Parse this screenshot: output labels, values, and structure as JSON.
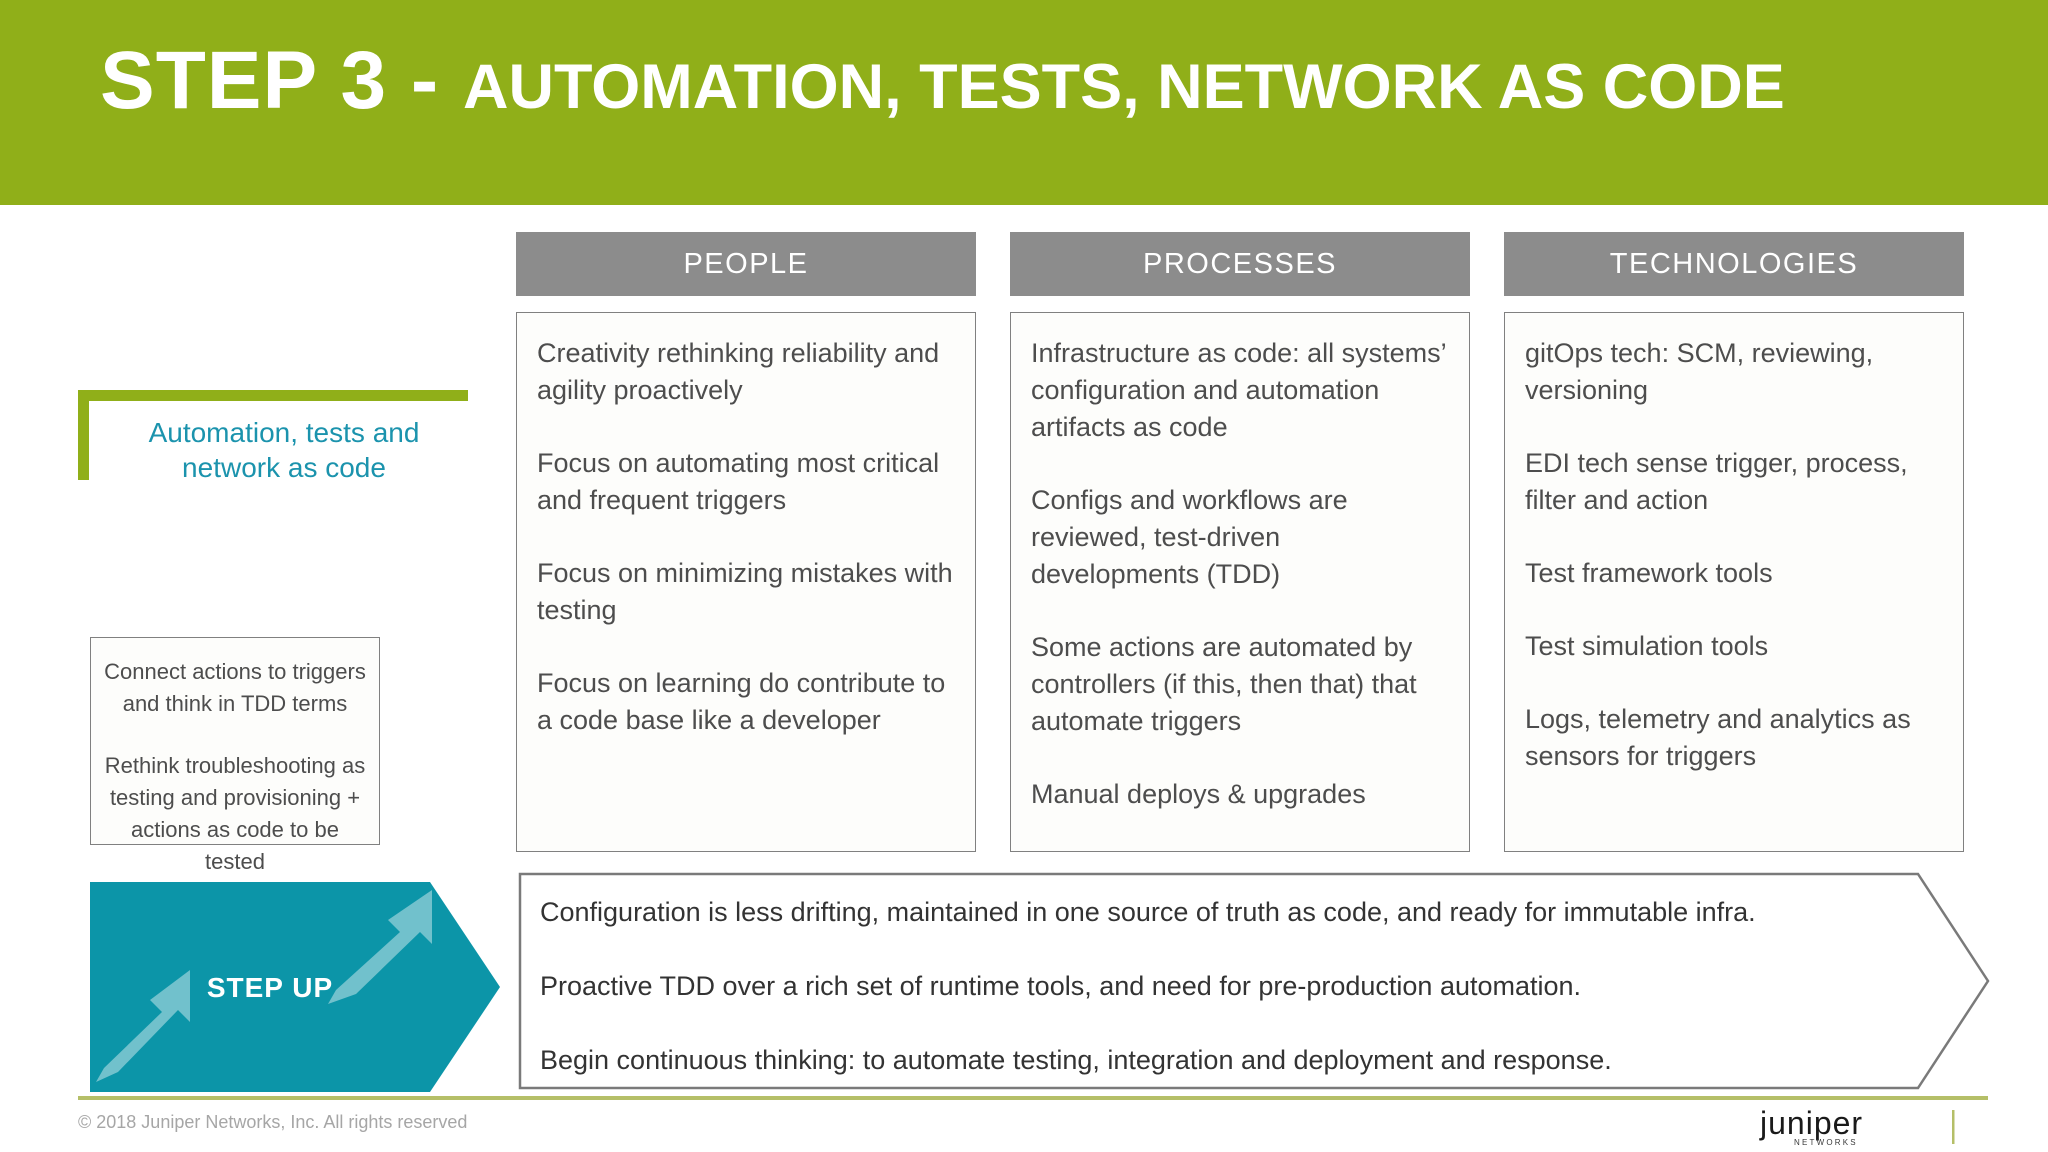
{
  "header": {
    "title_main": "STEP 3 - ",
    "title_rest": "AUTOMATION, TESTS, NETWORK AS CODE",
    "band_color": "#90af19"
  },
  "left": {
    "callout_label": "Automation, tests and network as code",
    "callout_text_color": "#1b93ad",
    "callout_border_color": "#90af19",
    "note_box": {
      "line1": "Connect actions to triggers and think in TDD terms",
      "line2": "Rethink troubleshooting as testing and provisioning + actions as code to be tested"
    }
  },
  "columns": [
    {
      "header": "PEOPLE",
      "items": [
        "Creativity rethinking reliability and agility proactively",
        "Focus on automating most critical and frequent triggers",
        "Focus on minimizing mistakes with testing",
        "Focus on learning do contribute to a code base like a developer"
      ]
    },
    {
      "header": "PROCESSES",
      "items": [
        "Infrastructure as code: all systems’ configuration and automation artifacts as code",
        "Configs and workflows are reviewed, test-driven developments (TDD)",
        "Some actions are automated by controllers (if this, then that) that automate triggers",
        "Manual deploys & upgrades"
      ]
    },
    {
      "header": "TECHNOLOGIES",
      "items": [
        "gitOps tech: SCM, reviewing, versioning",
        "EDI tech sense trigger, process, filter and action",
        "Test framework tools",
        "Test simulation tools",
        "Logs, telemetry and analytics as sensors for triggers"
      ]
    }
  ],
  "step_up": {
    "label": "STEP UP",
    "fill_color": "#0c95a8",
    "arrow_color": "#3fafbd"
  },
  "summary": {
    "lines": [
      "Configuration is less drifting, maintained in one source of truth as code, and ready for immutable infra.",
      "Proactive TDD over a rich set of runtime tools, and need for pre-production automation.",
      "Begin continuous thinking: to automate testing, integration and deployment and response."
    ]
  },
  "footer": {
    "copyright": "© 2018 Juniper Networks, Inc. All rights reserved",
    "logo_wordmark": "juniper",
    "logo_subtext": "NETWORKS",
    "rule_color": "#b5bf68"
  },
  "header_box_color": "#8c8c8c",
  "body_text_color": "#4d4d4d"
}
